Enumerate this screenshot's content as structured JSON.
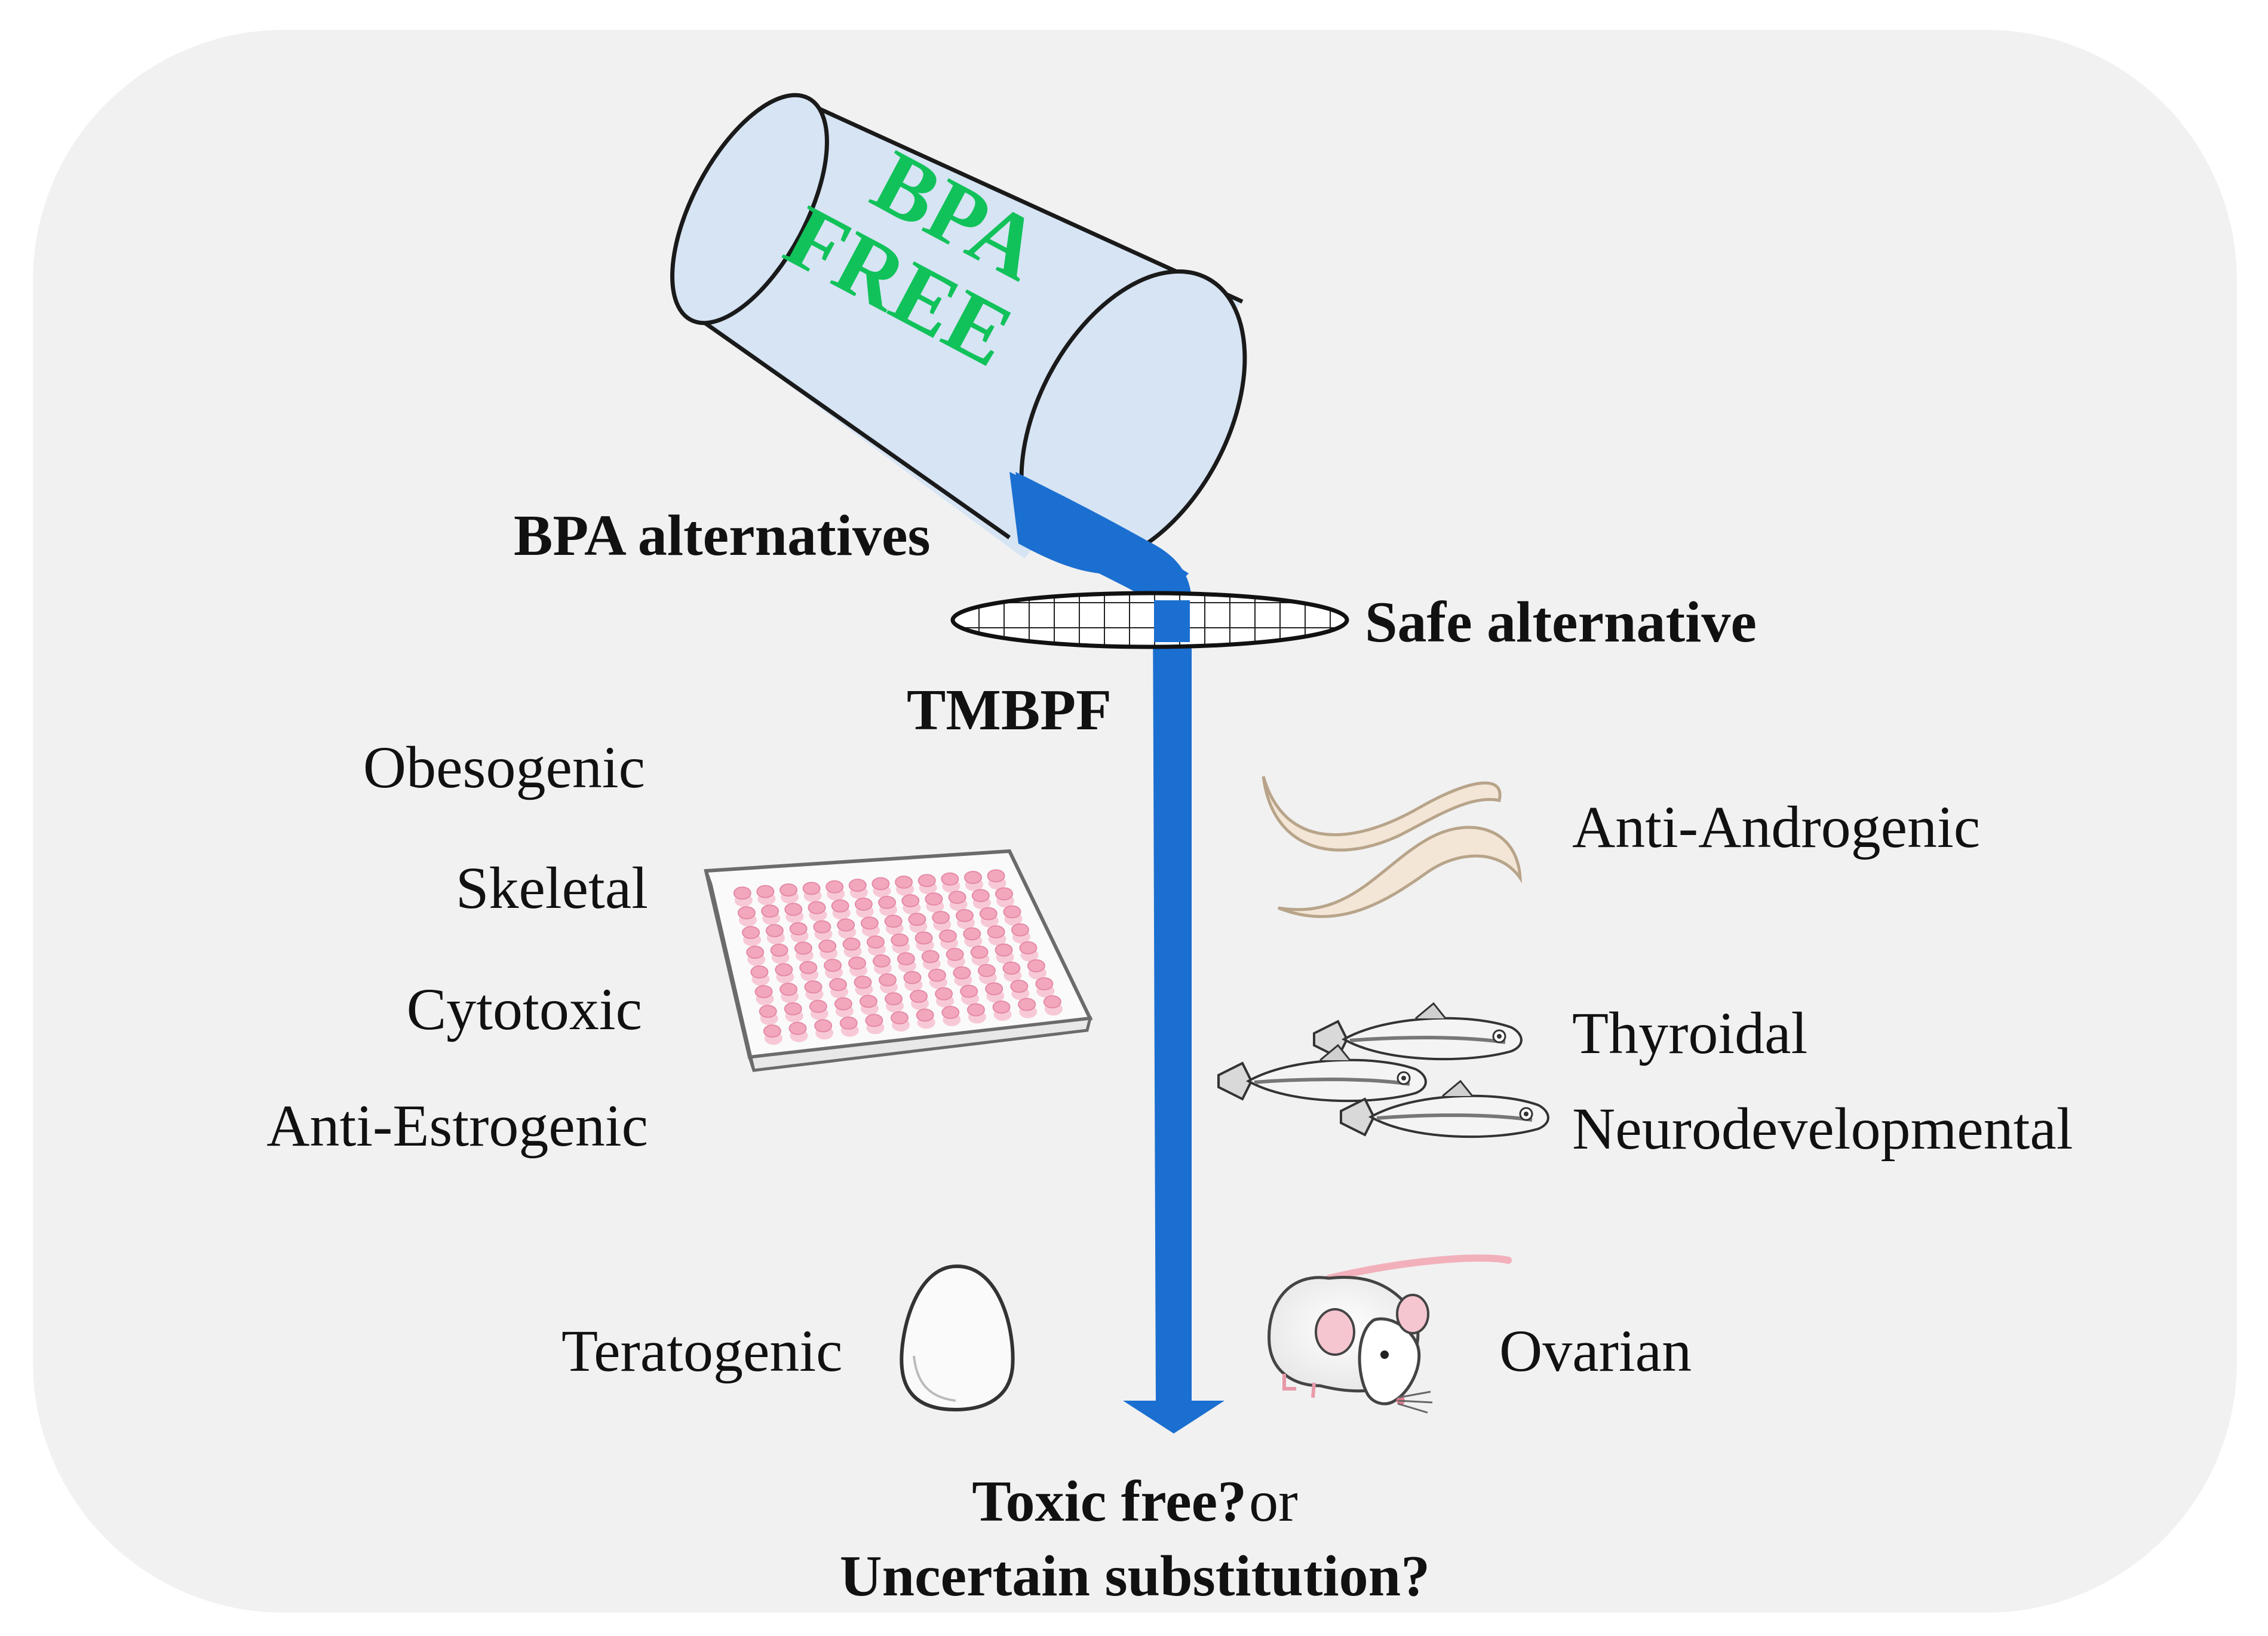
{
  "cup": {
    "line1": "BPA",
    "line2": "FREE"
  },
  "labels": {
    "bpa_alternatives": "BPA alternatives",
    "safe_alternative": "Safe alternative",
    "tmbpf": "TMBPF",
    "obesogenic": "Obesogenic",
    "skeletal": "Skeletal",
    "cytotoxic": "Cytotoxic",
    "anti_estrogenic": "Anti-Estrogenic",
    "anti_androgenic": "Anti-Androgenic",
    "thyroidal": "Thyroidal",
    "neurodevelopmental": "Neurodevelopmental",
    "teratogenic": "Teratogenic",
    "ovarian": "Ovarian"
  },
  "question": {
    "toxic_free": "Toxic free?",
    "or": "or",
    "uncertain": "Uncertain substitution?"
  },
  "colors": {
    "background_panel": "#f1f1f1",
    "cup_fill": "#d6e4f4",
    "liquid_blue": "#1b6fd0",
    "bpa_free_green": "#11c25a",
    "well_pink": "#f2a7bd"
  },
  "icons": [
    "beaker-cup-icon",
    "filter-mesh-icon",
    "arrow-down-icon",
    "well-plate-icon",
    "nematode-icon",
    "zebrafish-icon",
    "egg-icon",
    "mouse-icon"
  ]
}
